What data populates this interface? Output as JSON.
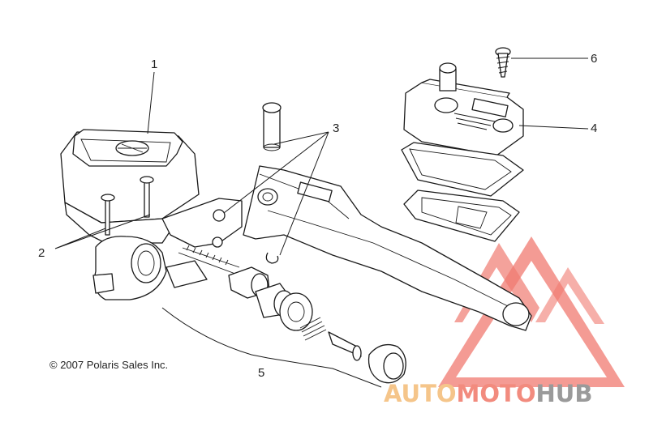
{
  "callouts": {
    "c1": "1",
    "c2": "2",
    "c3": "3",
    "c4": "4",
    "c5": "5",
    "c6": "6"
  },
  "copyright": "© 2007 Polaris Sales Inc.",
  "watermark": {
    "part1": "AUTO",
    "part2": "MOTO",
    "part3": "HUB",
    "color1": "#f5c58a",
    "color2": "#f28b7e",
    "color3": "#9a9a9a",
    "triangle_color": "#f07a70"
  }
}
